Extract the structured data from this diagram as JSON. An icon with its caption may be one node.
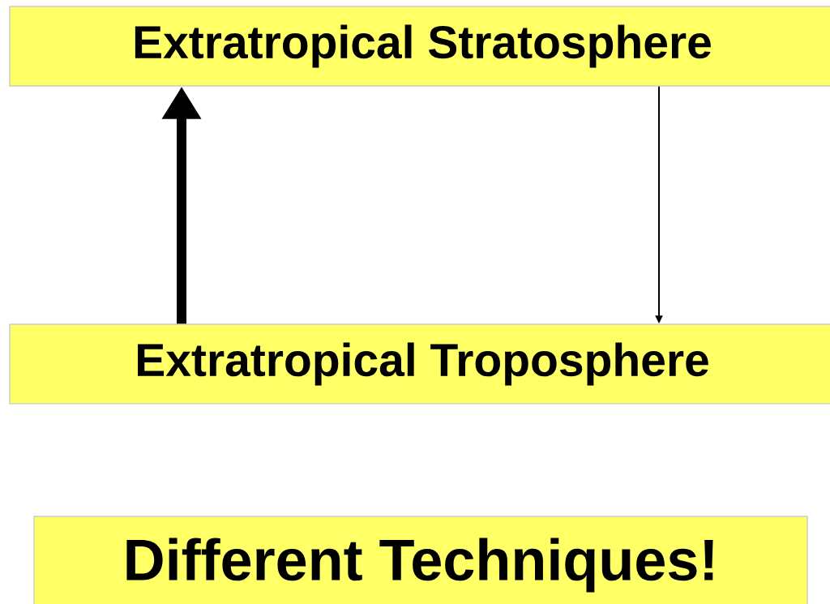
{
  "diagram": {
    "nodes": [
      {
        "text": [
          "Extratropical Stratosphere"
        ]
      },
      {
        "text": [
          "Extratropical Troposphere"
        ]
      },
      {
        "text": [
          "Different Techniques!"
        ]
      }
    ],
    "edges": [
      {
        "from": 1,
        "to": 0,
        "arrow": "to",
        "style": "thick"
      },
      {
        "from": 0,
        "to": 1,
        "arrow": "to"
      }
    ]
  }
}
